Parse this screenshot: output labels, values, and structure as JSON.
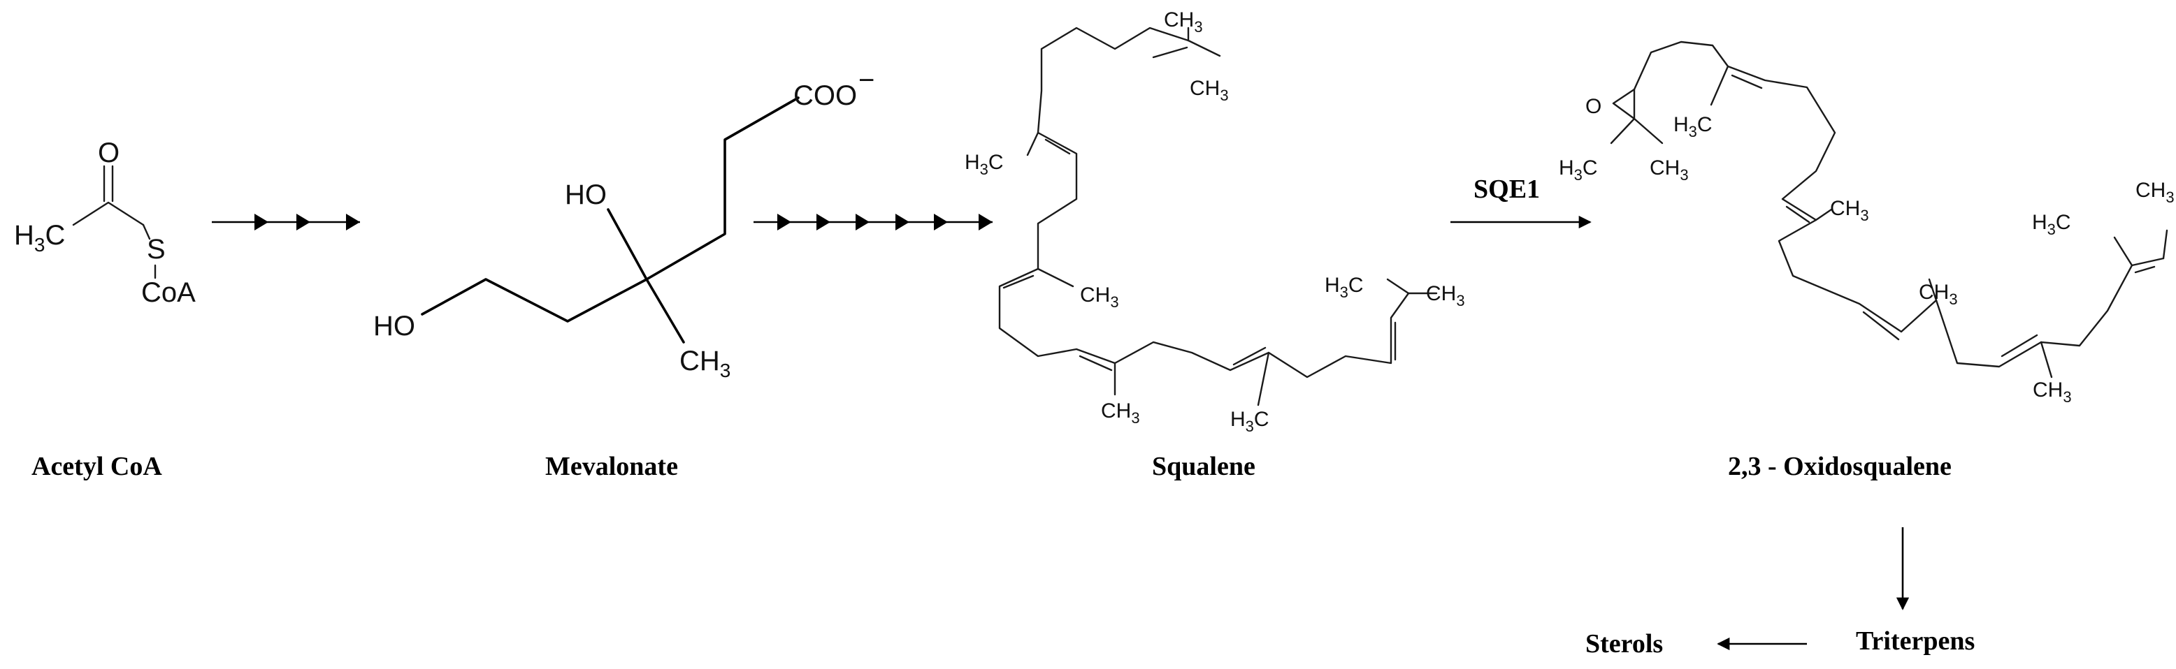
{
  "compounds": {
    "acetyl_coa": {
      "name": "Acetyl CoA",
      "atoms": {
        "o": "O",
        "h3c": "H",
        "h3c_sub": "3",
        "h3c_c": "C",
        "s": "S",
        "coa": "CoA"
      }
    },
    "mevalonate": {
      "name": "Mevalonate",
      "atoms": {
        "coo": "COO",
        "coo_charge": "−",
        "ho_top": "HO",
        "ho_left": "HO",
        "ch3": "CH",
        "ch3_sub": "3"
      }
    },
    "squalene": {
      "name": "Squalene"
    },
    "oxidosqualene": {
      "name": "2,3 - Oxidosqualene",
      "atoms": {
        "o": "O"
      }
    },
    "triterpens": {
      "name": "Triterpens"
    },
    "sterols": {
      "name": "Sterols"
    }
  },
  "substituent_labels": {
    "ch3": "CH",
    "h3c": "H",
    "c": "C",
    "sub3": "3"
  },
  "enzyme": {
    "name": "SQE1"
  }
}
